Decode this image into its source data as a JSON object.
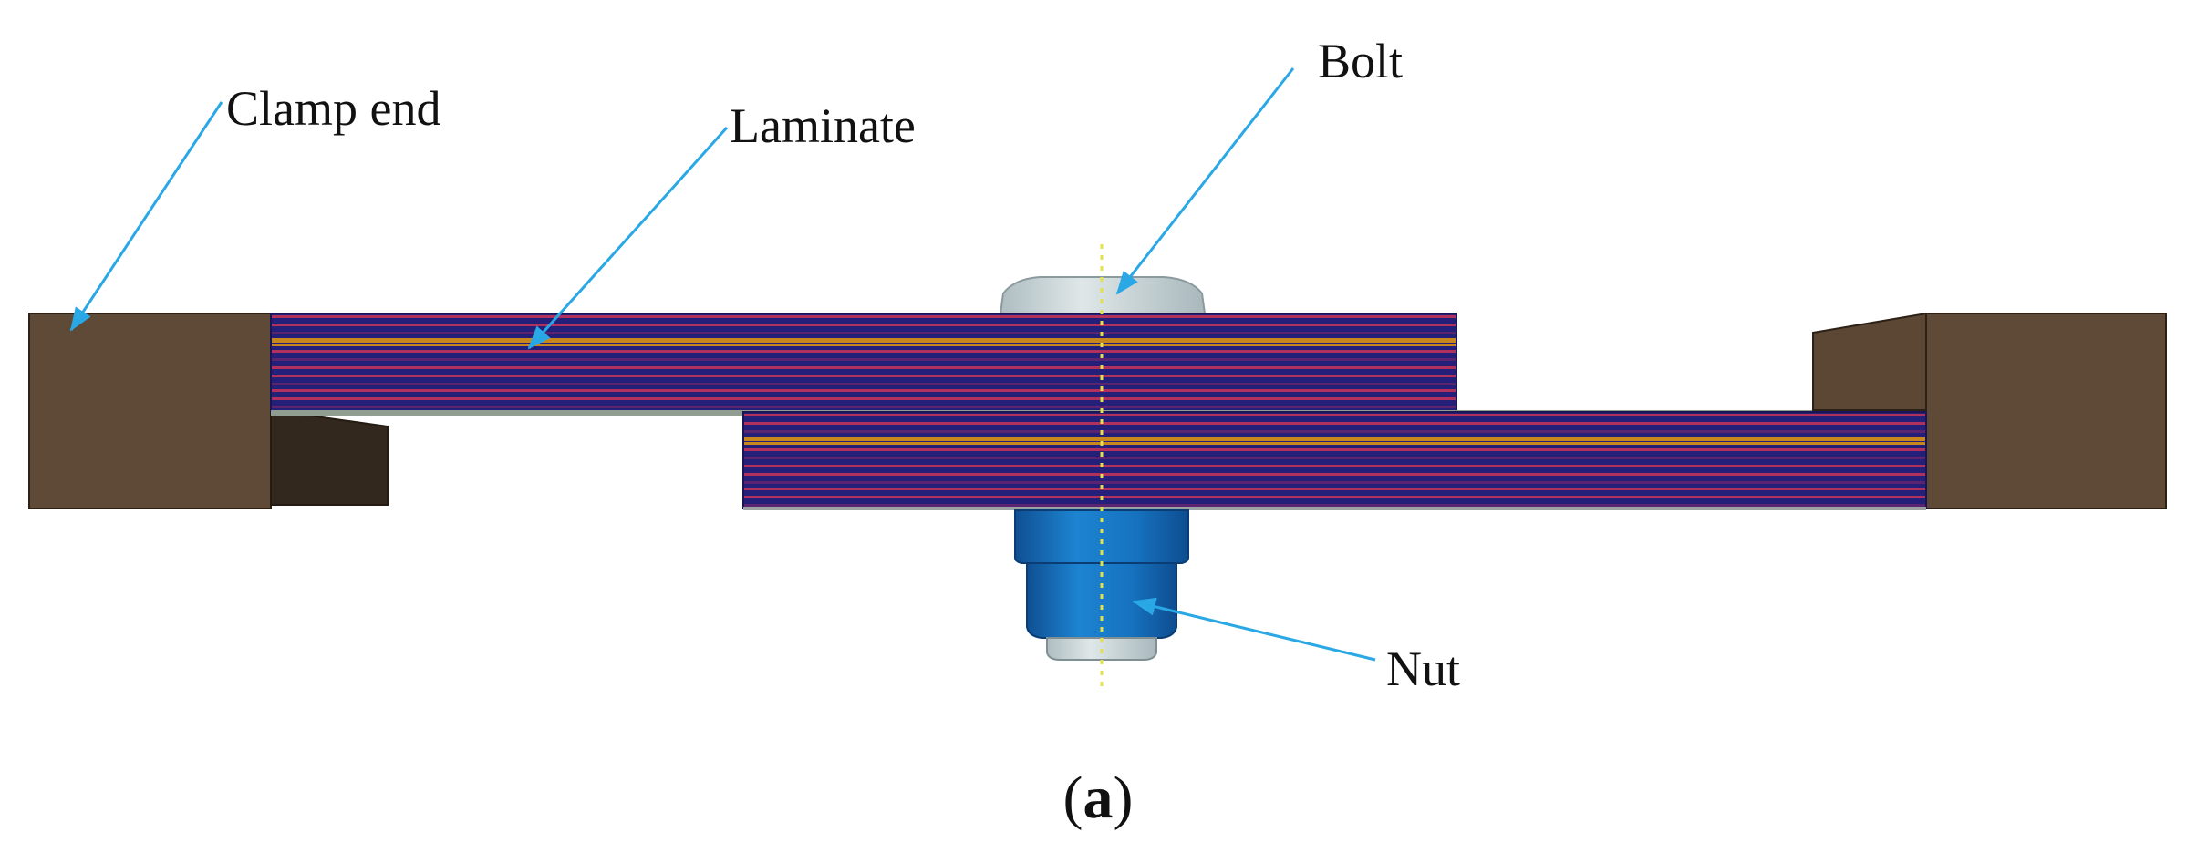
{
  "labels": {
    "clamp_end": "Clamp end",
    "laminate": "Laminate",
    "bolt": "Bolt",
    "nut": "Nut"
  },
  "caption": {
    "open": "(",
    "letter": "a",
    "close": ")"
  },
  "colors": {
    "clamp": "#5e4a36",
    "clamp_shadow": "#33281d",
    "arrow": "#2aa8e6",
    "bolt_head": "#c9d4d6",
    "nut_body": "#1672bf",
    "axis": "#e3e04a",
    "ply_red": "#b0325c",
    "ply_navy": "#241f78",
    "ply_orange": "#c7871d",
    "ply_purple": "#5a2470"
  }
}
